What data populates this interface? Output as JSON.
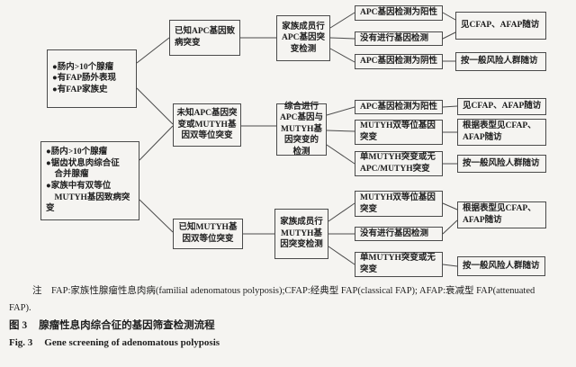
{
  "figure": {
    "flowchart": {
      "boxes": {
        "criteria_fap": "●肠内>10个腺瘤\n●有FAP肠外表现\n●有FAP家族史",
        "criteria_mutyh": "●肠内>10个腺瘤\n●锯齿状息肉综合征\n　合并腺瘤\n●家族中有双等位\n　MUTYH基因致病突变",
        "known_apc": "已知APC基因致\n病突变",
        "unknown_apc_mutyh": "未知APC基因突\n变或MUTYH基\n因双等位突变",
        "known_mutyh": "已知MUTYH基\n因双等位突变",
        "family_apc_test": "家族成员行\nAPC基因突\n变检测",
        "combined_apc_mutyh_test": "综合进行\nAPC基因与\nMUTYH基\n因突变的\n检测",
        "family_mutyh_test": "家族成员行\nMUTYH基\n因突变检测",
        "apc_positive_1": "APC基因检测为阳性",
        "no_test_1": "没有进行基因检测",
        "apc_negative": "APC基因检测为阴性",
        "apc_positive_2": "APC基因检测为阳性",
        "mutyh_biallelic_1": "MUTYH双等位基因\n突变",
        "single_mutyh_1": "单MUTYH突变或无\nAPC/MUTYH突变",
        "mutyh_biallelic_2": "MUTYH双等位基因\n突变",
        "no_test_2": "没有进行基因检测",
        "single_mutyh_2": "单MUTYH突变或无\n突变",
        "cfap_afap_followup_1": "见CFAP、AFAP随访",
        "general_risk_followup_1": "按一般风险人群随访",
        "cfap_afap_followup_2": "见CFAP、AFAP随访",
        "phenotype_followup_1": "根据表型见CFAP、\nAFAP随访",
        "general_risk_followup_2": "按一般风险人群随访",
        "phenotype_followup_2": "根据表型见CFAP、\nAFAP随访",
        "general_risk_followup_3": "按一般风险人群随访"
      }
    },
    "note": "注　FAP:家族性腺瘤性息肉病(familial adenomatous polyposis);CFAP:经典型 FAP(classical FAP); AFAP:衰减型 FAP(attenuated\nFAP).",
    "caption_cn_label": "图 3",
    "caption_cn_text": "腺瘤性息肉综合征的基因筛查检测流程",
    "caption_en_label": "Fig. 3",
    "caption_en_text": "Gene screening of adenomatous polyposis",
    "colors": {
      "paper": "#f5f4f1",
      "ink": "#1e1e1e",
      "box_border": "#4a4a4a"
    }
  }
}
